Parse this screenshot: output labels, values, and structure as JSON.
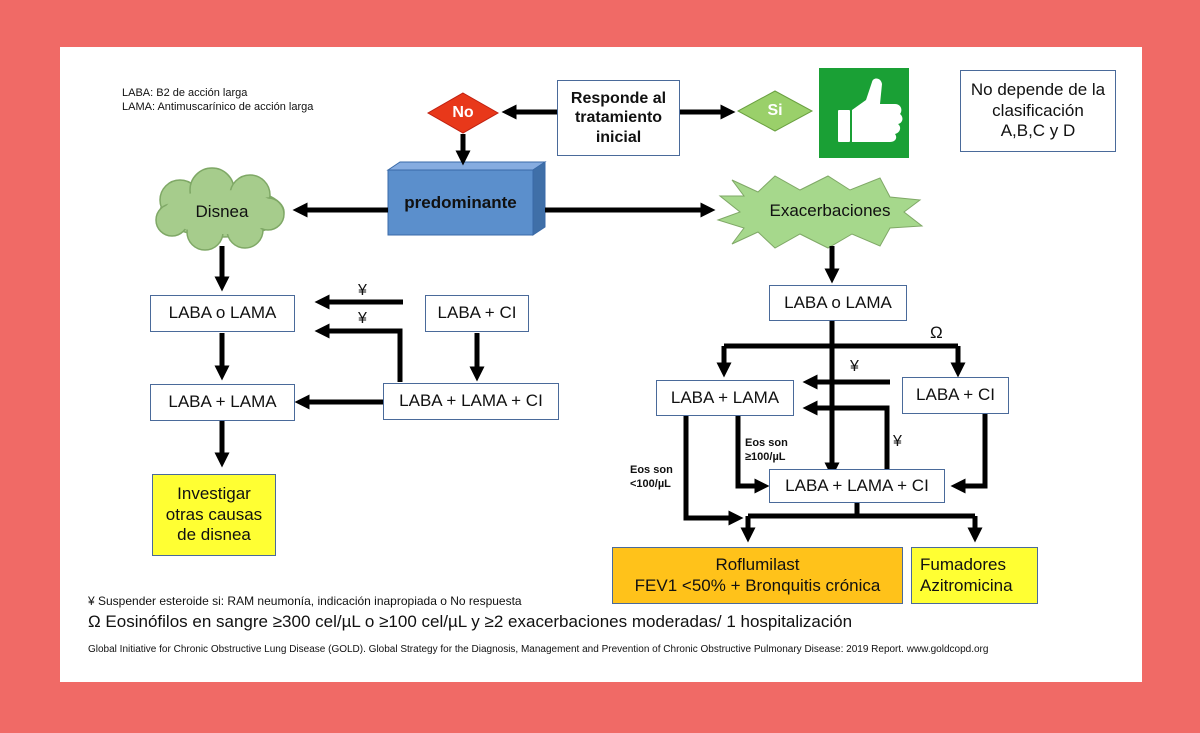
{
  "legend": {
    "laba": "LABA: B2 de acción larga",
    "lama": "LAMA: Antimuscarínico de acción larga"
  },
  "question": "Responde al tratamiento inicial",
  "no_label": "No",
  "si_label": "Si",
  "classification_note": "No depende de la clasificación A,B,C y D",
  "predominante": "predominante",
  "disnea": "Disnea",
  "exacerbaciones": "Exacerbaciones",
  "left": {
    "laba_o_lama": "LABA o LAMA",
    "laba_ci": "LABA + CI",
    "laba_lama": "LABA + LAMA",
    "laba_lama_ci": "LABA + LAMA + CI",
    "investigar": "Investigar otras causas de disnea",
    "yen_1": "¥",
    "yen_2": "¥"
  },
  "right": {
    "laba_o_lama": "LABA o LAMA",
    "omega": "Ω",
    "laba_lama": "LABA + LAMA",
    "laba_ci": "LABA + CI",
    "laba_lama_ci": "LABA + LAMA + CI",
    "eos_high": "Eos son ≥100/µL",
    "eos_low": "Eos son <100/µL",
    "yen_1": "¥",
    "yen_2": "¥",
    "roflumilast": "Roflumilast",
    "roflumilast_cond": "FEV1 <50% + Bronquitis crónica",
    "fumadores": "Fumadores",
    "azitromicina": "Azitromicina"
  },
  "footnotes": {
    "yen": "¥ Suspender esteroide si: RAM neumonía, indicación inapropiada o No respuesta",
    "omega": "Ω Eosinófilos en sangre ≥300 cel/µL o ≥100 cel/µL y ≥2 exacerbaciones moderadas/ 1 hospitalización",
    "source": "Global Initiative for Chronic Obstructive Lung Disease (GOLD). Global Strategy for the Diagnosis, Management and Prevention of Chronic Obstructive Pulmonary Disease: 2019 Report. www.goldcopd.org"
  },
  "colors": {
    "background": "#f06a66",
    "no_diamond": "#e8381a",
    "si_diamond": "#9ad06a",
    "thumbs_bg": "#1aa035",
    "cloud": "#a6cc8c",
    "box3d": "#5b8fcc",
    "yellow": "#ffff33",
    "orange": "#ffc21a"
  },
  "icons": {
    "thumbs_up": "thumbs-up-icon"
  }
}
